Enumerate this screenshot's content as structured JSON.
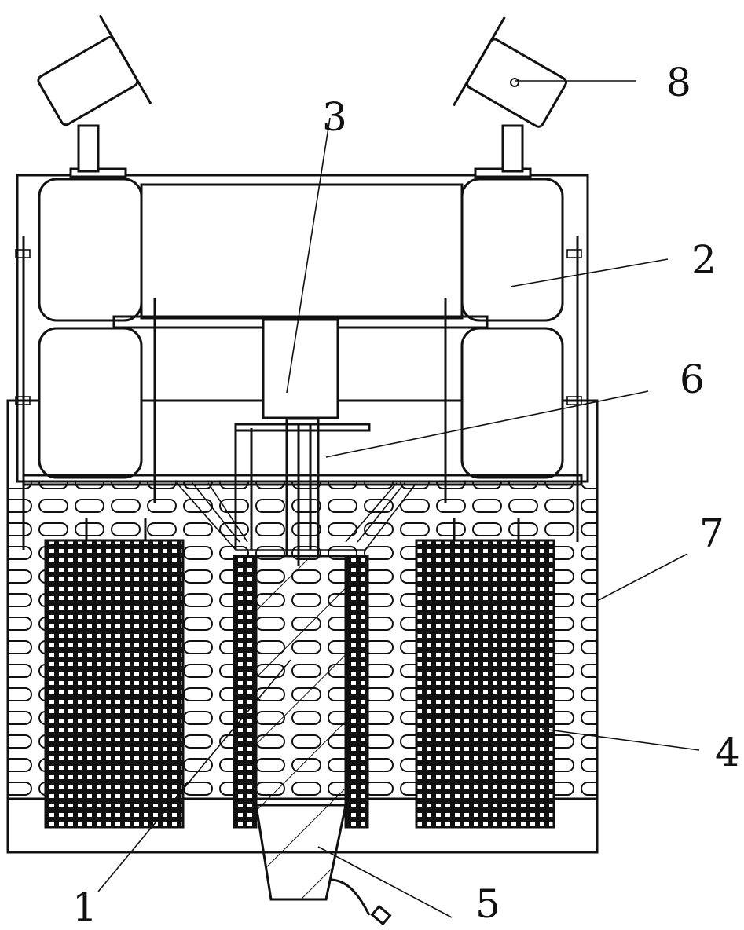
{
  "diagram": {
    "callouts": [
      {
        "id": "1",
        "text": "1"
      },
      {
        "id": "2",
        "text": "2"
      },
      {
        "id": "3",
        "text": "3"
      },
      {
        "id": "4",
        "text": "4"
      },
      {
        "id": "5",
        "text": "5"
      },
      {
        "id": "6",
        "text": "6"
      },
      {
        "id": "7",
        "text": "7"
      },
      {
        "id": "8",
        "text": "8"
      }
    ]
  },
  "colors": {
    "ink": "#111111",
    "paper": "#ffffff"
  }
}
